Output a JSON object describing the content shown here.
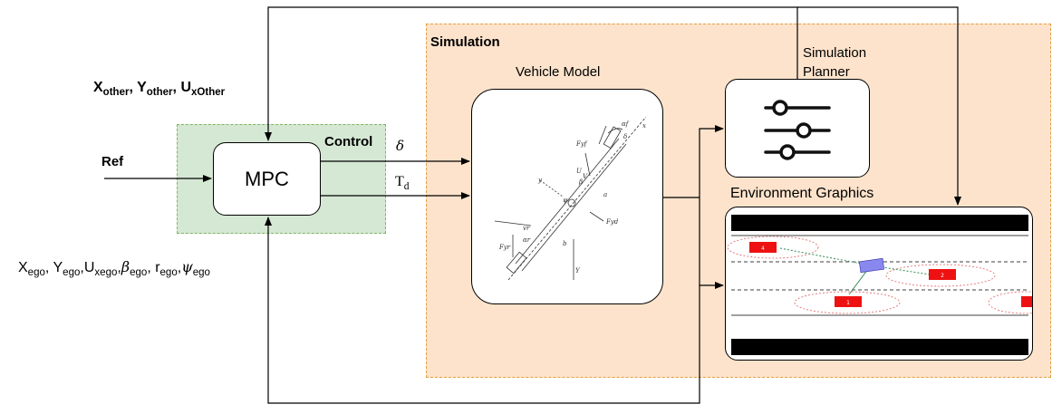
{
  "regions": {
    "simulation_title": "Simulation",
    "control_title": "Control"
  },
  "blocks": {
    "mpc": "MPC",
    "vehicle_model_title": "Vehicle Model",
    "planner_title_line1": "Simulation",
    "planner_title_line2": "Planner",
    "env_graphics_title": "Environment Graphics"
  },
  "signals": {
    "ref": "Ref",
    "delta": "δ",
    "torque_main": "T",
    "torque_sub": "d",
    "other_x": "X",
    "other_x_sub": "other",
    "other_y": "Y",
    "other_y_sub": "other",
    "other_u": "U",
    "other_u_sub": "xOther",
    "ego_x": "X",
    "ego_x_sub": "ego",
    "ego_y": "Y",
    "ego_y_sub": "ego",
    "ego_u": "U",
    "ego_u_sub": "xego",
    "ego_beta": "β",
    "ego_beta_sub": "ego",
    "ego_r": "r",
    "ego_r_sub": "ego",
    "ego_psi": "ψ",
    "ego_psi_sub": "ego"
  },
  "vehicle_sketch_labels": {
    "alpha_f": "αf",
    "delta": "δ",
    "fyf": "Fyf",
    "u": "U",
    "v": "V",
    "beta": "β",
    "a": "a",
    "b": "b",
    "psi": "ψ",
    "fyr": "Fyr",
    "vr": "vr",
    "alpha_r": "αr",
    "fy_d": "Fyd",
    "x_axis": "x",
    "y_axis": "y",
    "big_y": "Y"
  },
  "env_sim": {
    "cars": [
      "4",
      "2",
      "1"
    ]
  },
  "colors": {
    "sim_fill": "#fde3cc",
    "sim_border": "#e0a040",
    "ctrl_fill": "#d5e8d4",
    "ctrl_border": "#82b366",
    "car_red": "#ee1111",
    "ego_blue": "#8888ee",
    "link_green": "#2e8b57"
  }
}
